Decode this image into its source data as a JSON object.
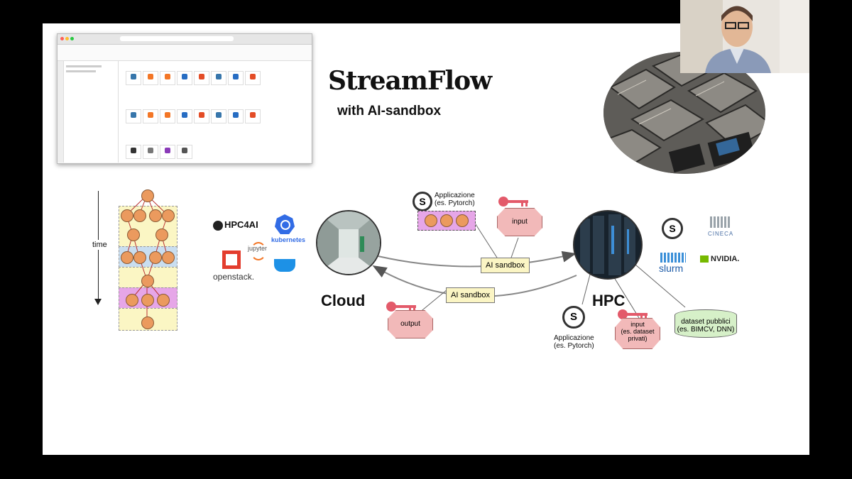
{
  "slide": {
    "title": "StreamFlow",
    "subtitle": "with AI-sandbox"
  },
  "workflow": {
    "time_label": "time"
  },
  "logos": {
    "hpc4ai": "HPC4AI",
    "kubernetes": "kubernetes",
    "jupyter": "jupyter",
    "openstack": "openstack.",
    "cineca": "CINECA",
    "slurm": "slurm",
    "nvidia": "NVIDIA."
  },
  "diagram": {
    "cloud_label": "Cloud",
    "hpc_label": "HPC",
    "sandbox_top": "AI sandbox",
    "sandbox_bottom": "AI sandbox",
    "app_top": "Applicazione\n(es. Pytorch)",
    "app_bottom": "Applicazione\n(es. Pytorch)",
    "input_top": "input",
    "output": "output",
    "input_private": "input\n(es. dataset\nprivati)",
    "dataset_public": "dataset pubblici\n(es. BIMCV, DNN)"
  },
  "colors": {
    "node_fill": "#eb9a5e",
    "layer_yellow": "#fbf6c4",
    "layer_blue": "#c9def0",
    "layer_purple": "#e6a6e8",
    "octagon": "#f2b9b9",
    "dataset": "#d6f0c8"
  }
}
